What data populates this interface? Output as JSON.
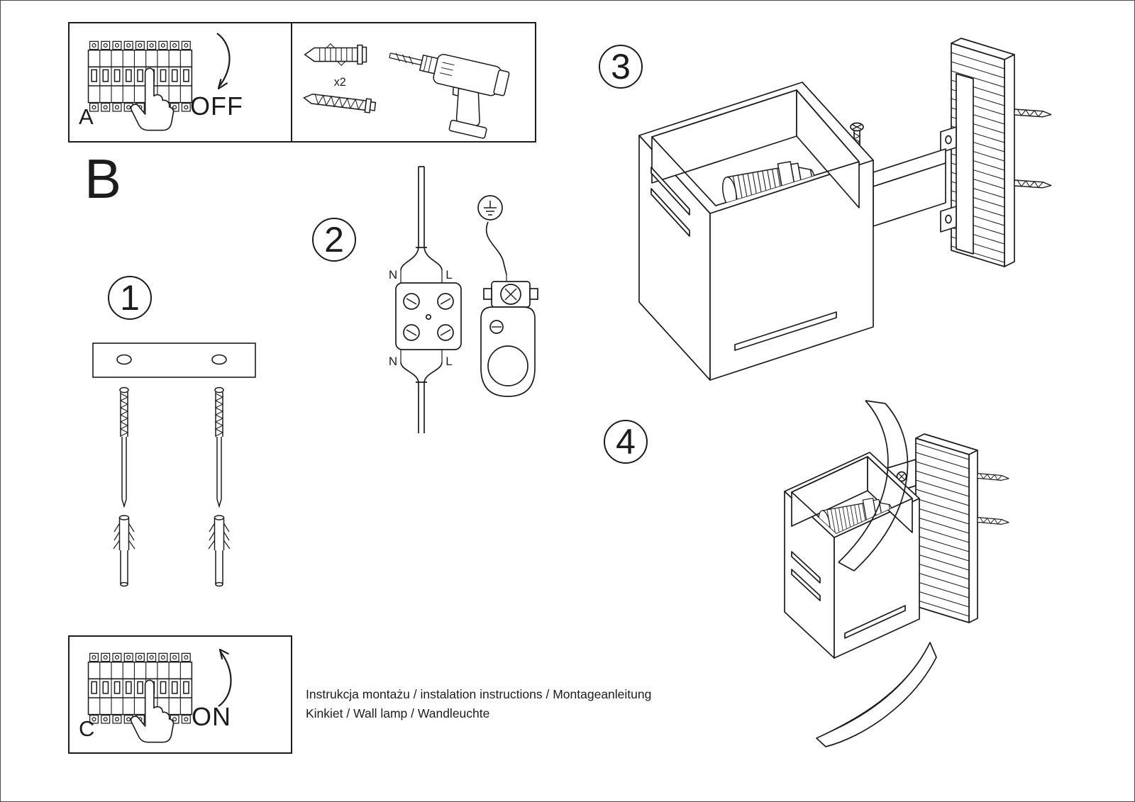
{
  "colors": {
    "background": "#ffffff",
    "line": "#1c1c1c"
  },
  "sections": {
    "a": {
      "label": "A",
      "state": "OFF"
    },
    "b": {
      "label": "B"
    },
    "c": {
      "label": "C",
      "state": "ON"
    },
    "tools": {
      "anchor_quantity": "x2"
    }
  },
  "steps": {
    "s1": {
      "number": "1"
    },
    "s2": {
      "number": "2",
      "terminal_labels": {
        "top_left": "N",
        "top_right": "L",
        "bottom_left": "N",
        "bottom_right": "L"
      }
    },
    "s3": {
      "number": "3"
    },
    "s4": {
      "number": "4"
    }
  },
  "footer": {
    "line1": "Instrukcja montażu / instalation instructions / Montageanleitung",
    "line2": "Kinkiet / Wall lamp / Wandleuchte"
  }
}
